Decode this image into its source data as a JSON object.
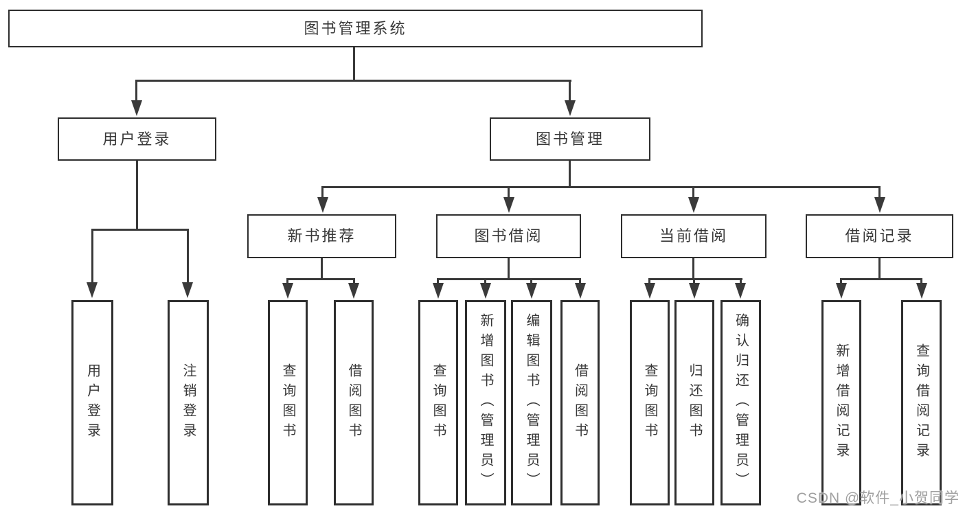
{
  "diagram": {
    "title": "图书管理系统",
    "type": "hierarchy-tree",
    "colors": {
      "background": "#ffffff",
      "line": "#3a3a3a",
      "box_border": "#2e2e2e",
      "text": "#383838",
      "watermark_text": "#a0a0a0"
    },
    "watermark": "CSDN @软件_小贺同学",
    "hierarchy": {
      "label": "图书管理系统",
      "children": [
        {
          "label": "用户登录",
          "children": [
            {
              "label": "用户登录"
            },
            {
              "label": "注销登录"
            }
          ]
        },
        {
          "label": "图书管理",
          "children": [
            {
              "label": "新书推荐",
              "children": [
                {
                  "label": "查询图书"
                },
                {
                  "label": "借阅图书"
                }
              ]
            },
            {
              "label": "图书借阅",
              "children": [
                {
                  "label": "查询图书"
                },
                {
                  "label": "新增图书（管理员）"
                },
                {
                  "label": "编辑图书（管理员）"
                },
                {
                  "label": "借阅图书"
                }
              ]
            },
            {
              "label": "当前借阅",
              "children": [
                {
                  "label": "查询图书"
                },
                {
                  "label": "归还图书"
                },
                {
                  "label": "确认归还（管理员）"
                }
              ]
            },
            {
              "label": "借阅记录",
              "children": [
                {
                  "label": "新增借阅记录"
                },
                {
                  "label": "查询借阅记录"
                }
              ]
            }
          ]
        }
      ]
    }
  }
}
